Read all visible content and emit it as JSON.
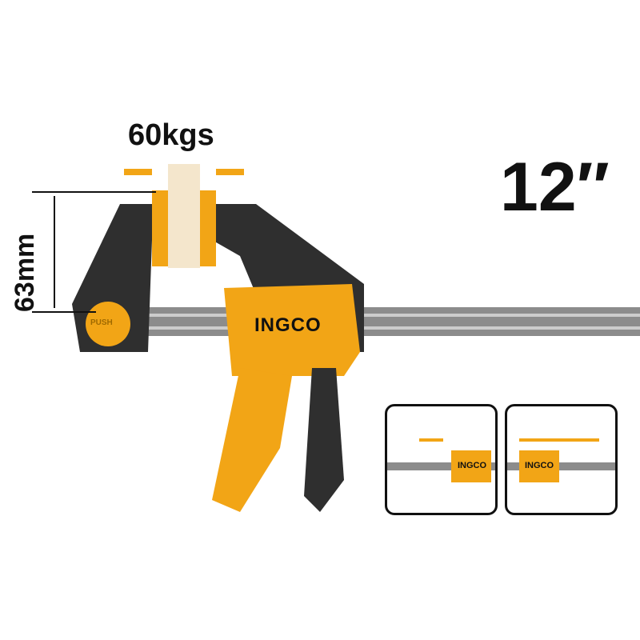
{
  "specs": {
    "clamping_force": "60kgs",
    "jaw_depth": "63mm",
    "size": "12″"
  },
  "product": {
    "brand": "INGCO",
    "button_label": "PUSH"
  },
  "colors": {
    "accent": "#f2a516",
    "body": "#2f2f2f",
    "bar": "#8a8a8a"
  },
  "insets": [
    {
      "brand": "INGCO",
      "mode": "clamp"
    },
    {
      "brand": "INGCO",
      "mode": "spread"
    }
  ]
}
